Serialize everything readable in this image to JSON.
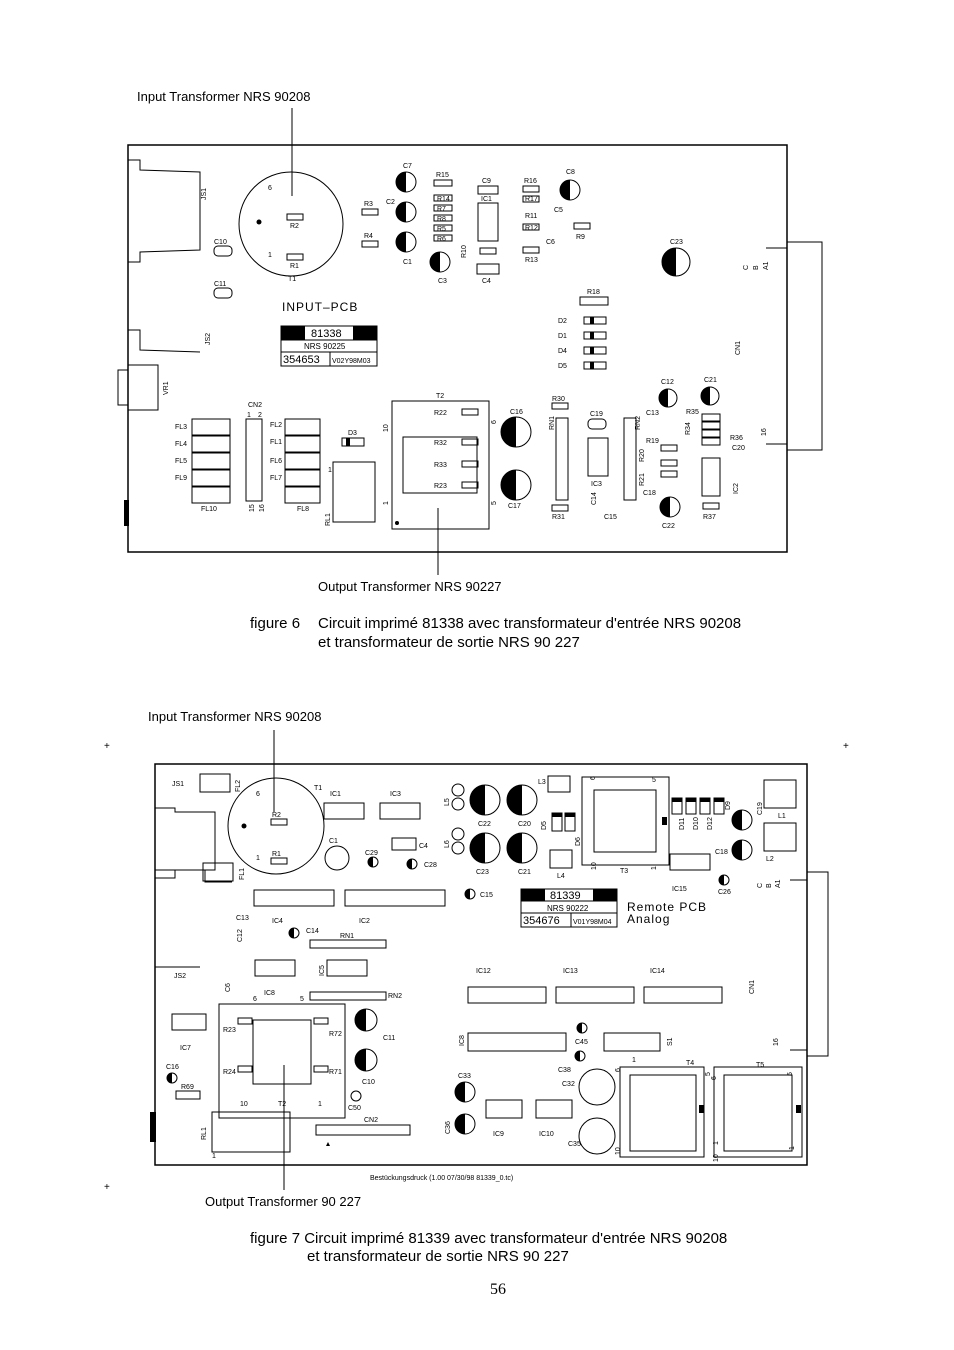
{
  "fig6": {
    "input_label": "Input Transformer NRS 90208",
    "output_label": "Output Transformer NRS 90227",
    "caption_num": "figure 6",
    "caption_line1": "Circuit imprimé 81338 avec transformateur d'entrée NRS 90208",
    "caption_line2": "et transformateur de sortie NRS 90 227",
    "board_title": "INPUT–PCB",
    "label_box": {
      "a": "81338",
      "b": "NRS  90225",
      "c": "354653",
      "d": "V02Y98M03"
    }
  },
  "fig7": {
    "input_label": "Input Transformer NRS 90208",
    "output_label": "Output Transformer 90 227",
    "caption_line1": "figure 7 Circuit imprimé 81339 avec transformateur d'entrée NRS 90208",
    "caption_line2": "et transformateur de sortie NRS 90 227",
    "board_title1": "Remote  PCB",
    "board_title2": "Analog",
    "label_box": {
      "a": "81339",
      "b": "NRS  90222",
      "c": "354676",
      "d": "V01Y98M04"
    },
    "footer": "Bestückungsdruck (1.00 07/30/98  81339_0.tc)"
  },
  "page_number": "56"
}
